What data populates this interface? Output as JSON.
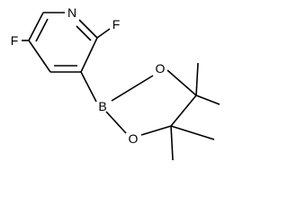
{
  "molecule": {
    "atoms": {
      "n1": "N",
      "f_ring_top": "F",
      "f_ring_left": "F",
      "b": "B",
      "o_top": "O",
      "o_bottom": "O"
    }
  }
}
